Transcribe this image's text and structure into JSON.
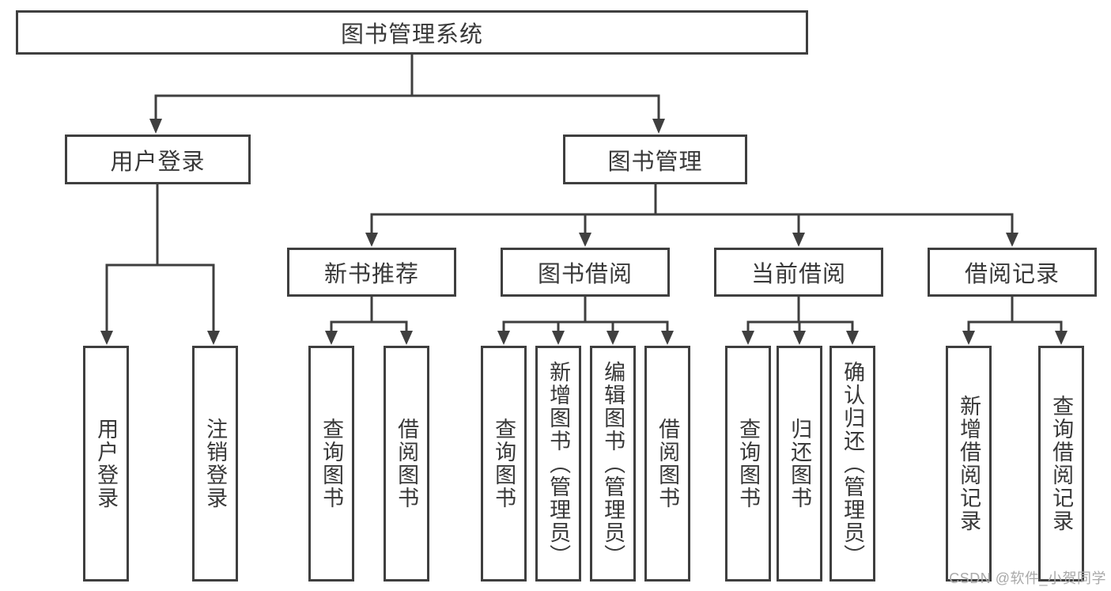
{
  "title": "图书管理系统",
  "watermark": {
    "text": "CSDN @软件_小贺同学"
  },
  "colors": {
    "line": "#3f3f3f",
    "text": "#383838",
    "background": "#ffffff",
    "watermark": "#a9a9a9"
  },
  "diagram_type": "hierarchy-tree",
  "tree": {
    "label": "图书管理系统",
    "children": [
      {
        "label": "用户登录",
        "children": [
          {
            "label": "用户登录"
          },
          {
            "label": "注销登录"
          }
        ]
      },
      {
        "label": "图书管理",
        "children": [
          {
            "label": "新书推荐",
            "children": [
              {
                "label": "查询图书"
              },
              {
                "label": "借阅图书"
              }
            ]
          },
          {
            "label": "图书借阅",
            "children": [
              {
                "label": "查询图书"
              },
              {
                "label": "新增图书（管理员）"
              },
              {
                "label": "编辑图书（管理员）"
              },
              {
                "label": "借阅图书"
              }
            ]
          },
          {
            "label": "当前借阅",
            "children": [
              {
                "label": "查询图书"
              },
              {
                "label": "归还图书"
              },
              {
                "label": "确认归还（管理员）"
              }
            ]
          },
          {
            "label": "借阅记录",
            "children": [
              {
                "label": "新增借阅记录"
              },
              {
                "label": "查询借阅记录"
              }
            ]
          }
        ]
      }
    ]
  }
}
